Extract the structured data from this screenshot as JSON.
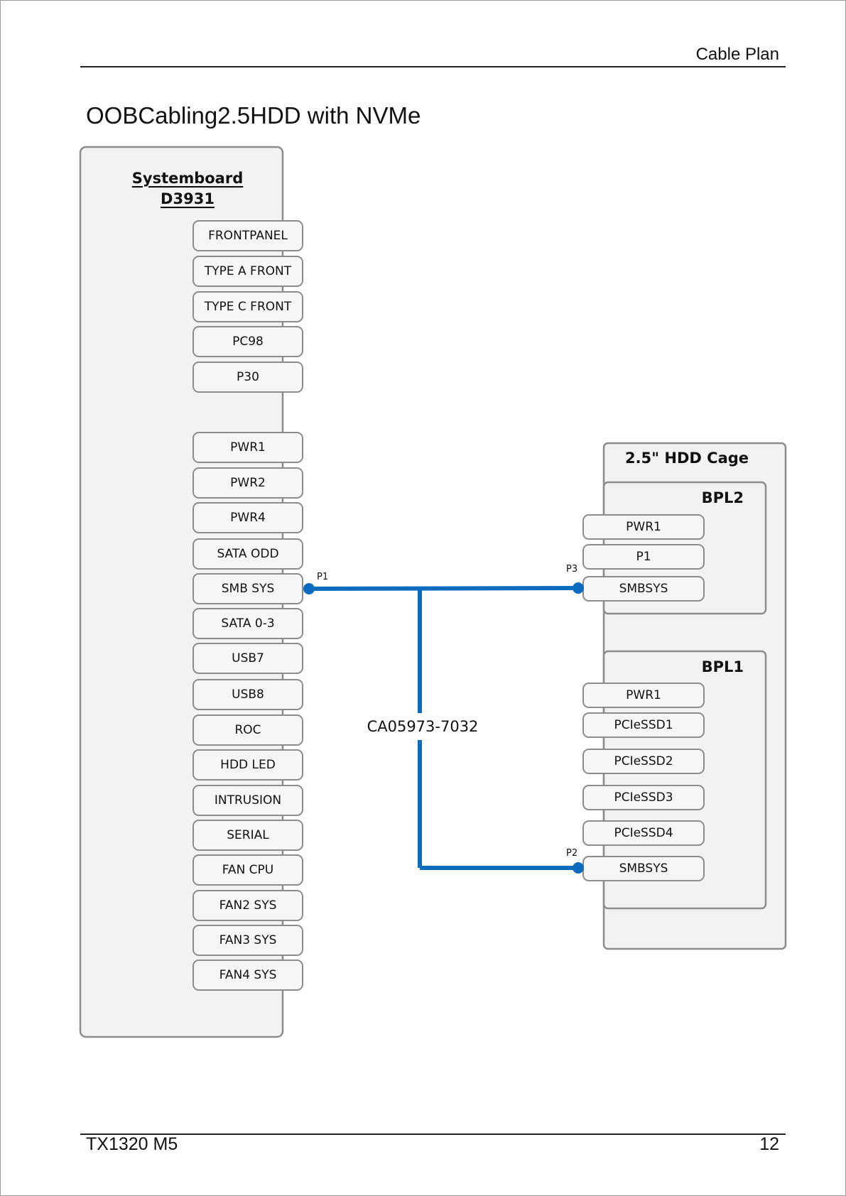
{
  "header": {
    "text": "Cable Plan"
  },
  "title": "OOBCabling2.5HDD with NVMe",
  "footer": {
    "model": "TX1320 M5",
    "page": "12"
  },
  "systemboard": {
    "title_line1": "Systemboard",
    "title_line2": "D3931",
    "connectors": [
      "FRONTPANEL",
      "TYPE A FRONT",
      "TYPE C FRONT",
      "PC98",
      "P30",
      "PWR1",
      "PWR2",
      "PWR4",
      "SATA ODD",
      "SMB SYS",
      "SATA 0-3",
      "USB7",
      "USB8",
      "ROC",
      "HDD LED",
      "INTRUSION",
      "SERIAL",
      "FAN CPU",
      "FAN2 SYS",
      "FAN3 SYS",
      "FAN4 SYS"
    ]
  },
  "hdd_cage": {
    "title": "2.5\" HDD Cage",
    "bpl2": {
      "title": "BPL2",
      "connectors": [
        "PWR1",
        "P1",
        "SMBSYS"
      ]
    },
    "bpl1": {
      "title": "BPL1",
      "connectors": [
        "PWR1",
        "PCIeSSD1",
        "PCIeSSD2",
        "PCIeSSD3",
        "PCIeSSD4",
        "SMBSYS"
      ]
    }
  },
  "cable": {
    "label": "CA05973-7032",
    "pins": {
      "p1": "P1",
      "p2": "P2",
      "p3": "P3"
    },
    "color": "#0b6bbf"
  }
}
